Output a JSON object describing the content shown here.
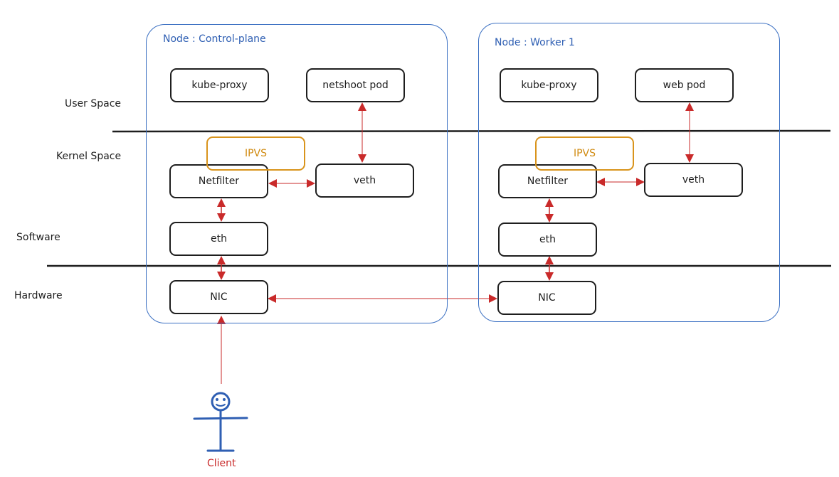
{
  "layers": {
    "user_space": "User Space",
    "kernel_space": "Kernel Space",
    "software": "Software",
    "hardware": "Hardware"
  },
  "nodes": {
    "control_plane": {
      "title": "Node : Control-plane",
      "kube_proxy": "kube-proxy",
      "pod": "netshoot pod",
      "ipvs": "IPVS",
      "netfilter": "Netfilter",
      "veth": "veth",
      "eth": "eth",
      "nic": "NIC"
    },
    "worker1": {
      "title": "Node : Worker 1",
      "kube_proxy": "kube-proxy",
      "pod": "web pod",
      "ipvs": "IPVS",
      "netfilter": "Netfilter",
      "veth": "veth",
      "eth": "eth",
      "nic": "NIC"
    }
  },
  "client": {
    "label": "Client",
    "icon": "stick-figure-person-icon"
  },
  "colors": {
    "node_border": "#3a6fc2",
    "ipvs_border": "#d9941c",
    "arrow_red": "#c92a2a",
    "box_border": "#1e1e1e"
  }
}
